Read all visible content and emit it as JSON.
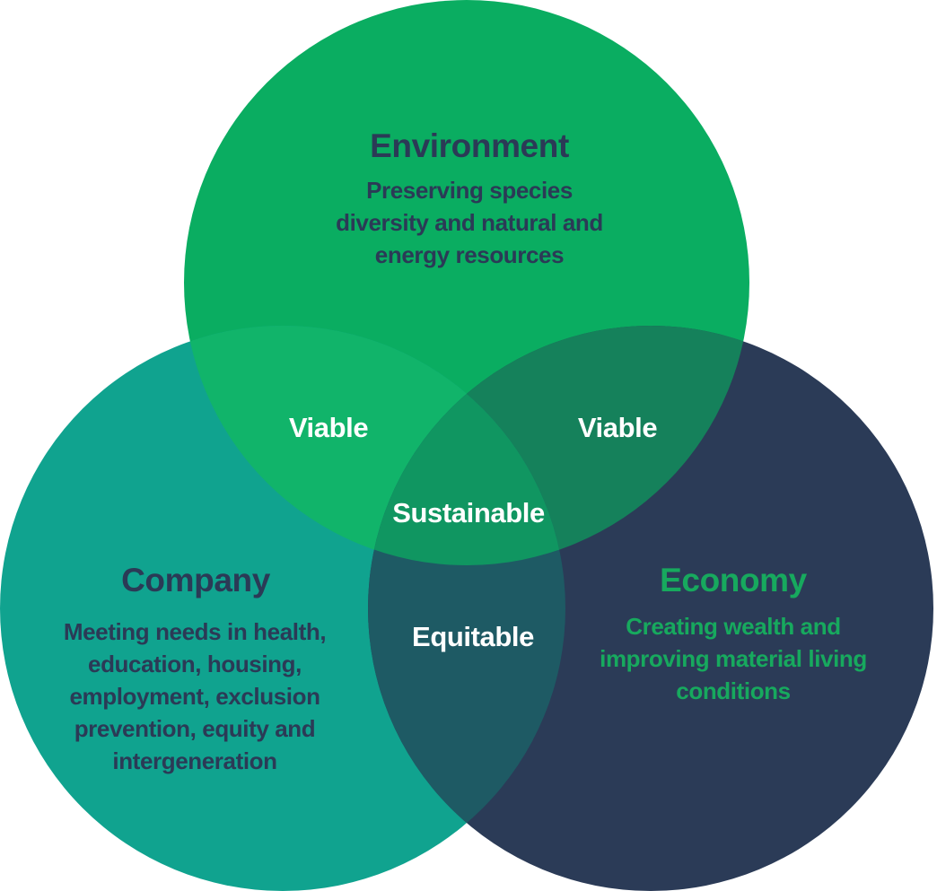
{
  "colors": {
    "environment": "#0aad61",
    "company": "#10a38f",
    "economy": "#2b3b57",
    "overlap_env_company": "#11b46a",
    "overlap_env_economy": "#15815b",
    "overlap_company_economy": "#1e5a64",
    "overlap_center": "#109661",
    "text_dark": "#2b3a56",
    "text_green": "#17a95e",
    "text_white": "#ffffff"
  },
  "diagram": {
    "type": "venn",
    "circles": [
      {
        "id": "environment",
        "label": "Environment",
        "description": "Preserving species\ndiversity and natural and\nenergy resources"
      },
      {
        "id": "company",
        "label": "Company",
        "description": "Meeting needs in health,\neducation, housing,\nemployment, exclusion\nprevention, equity and\nintergeneration"
      },
      {
        "id": "economy",
        "label": "Economy",
        "description": "Creating wealth and\nimproving material living\nconditions"
      }
    ],
    "overlaps": {
      "environment_company": "Viable",
      "environment_economy": "Viable",
      "company_economy": "Equitable",
      "center": "Sustainable"
    }
  }
}
